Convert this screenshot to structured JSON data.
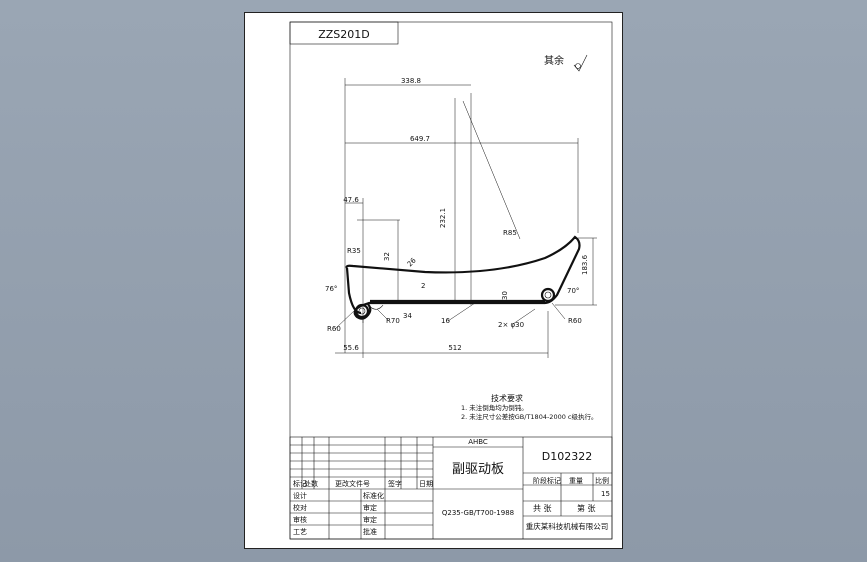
{
  "drawing": {
    "code_box": "ZZS201D",
    "roughness_label": "其余",
    "dims": {
      "d1": "338.8",
      "d2": "649.7",
      "d3": "47.6",
      "d4": "R35",
      "d5": "32",
      "d6": "232.1",
      "d7": "R85",
      "d8": "26",
      "d9": "183.6",
      "d10": "76°",
      "d11": "2",
      "d12": "34",
      "d13": "30",
      "d14": "70°",
      "d15": "R60",
      "d16": "R70",
      "d17": "16",
      "d18": "2× φ30",
      "d19": "R60",
      "d20": "55.6",
      "d21": "512"
    },
    "notes": {
      "title": "技术要求",
      "line1": "1. 未注倒角均为倒钝。",
      "line2": "2. 未注尺寸公差按GB/T1804-2000 c级执行。"
    }
  },
  "title_block": {
    "material_top": "AHBC",
    "part_name": "副驱动板",
    "drawing_no": "D102322",
    "revision_headers": [
      "标记",
      "处数",
      "更改文件号",
      "签字",
      "日期"
    ],
    "role_design": "设计",
    "role_std": "标准化",
    "role_check": "校对",
    "role_review": "审定",
    "role_audit": "审核",
    "role_approve": "审定",
    "role_process": "工艺",
    "role_date": "批准",
    "material": "Q235-GB/T700-1988",
    "stage_label": "阶段标记",
    "weight_label": "重量",
    "scale_label": "比例",
    "scale_value": "15",
    "sheets_label": "共 张",
    "sheet_label": "第 张",
    "company": "重庆某科技机械有限公司"
  }
}
